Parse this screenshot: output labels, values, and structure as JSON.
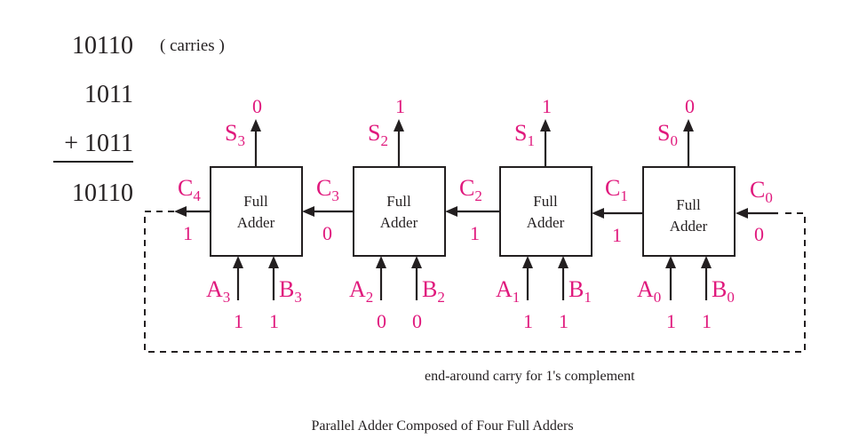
{
  "addition": {
    "carries": "10110",
    "carries_note": "( carries )",
    "operand1": "1011",
    "operand2": "+ 1011",
    "result": "10110"
  },
  "adders": [
    {
      "line1": "Full",
      "line2": "Adder",
      "sum": "S",
      "sum_sub": "3",
      "sum_value": "0",
      "a": "A",
      "a_sub": "3",
      "a_value": "1",
      "b": "B",
      "b_sub": "3",
      "b_value": "1",
      "cout": "C",
      "cout_sub": "4",
      "cout_value": "1"
    },
    {
      "line1": "Full",
      "line2": "Adder",
      "sum": "S",
      "sum_sub": "2",
      "sum_value": "1",
      "a": "A",
      "a_sub": "2",
      "a_value": "0",
      "b": "B",
      "b_sub": "2",
      "b_value": "0",
      "cout": "C",
      "cout_sub": "3",
      "cout_value": "0"
    },
    {
      "line1": "Full",
      "line2": "Adder",
      "sum": "S",
      "sum_sub": "1",
      "sum_value": "1",
      "a": "A",
      "a_sub": "1",
      "a_value": "1",
      "b": "B",
      "b_sub": "1",
      "b_value": "1",
      "cout": "C",
      "cout_sub": "2",
      "cout_value": "1"
    },
    {
      "line1": "Full",
      "line2": "Adder",
      "sum": "S",
      "sum_sub": "0",
      "sum_value": "0",
      "a": "A",
      "a_sub": "0",
      "a_value": "1",
      "b": "B",
      "b_sub": "0",
      "b_value": "1",
      "cout": "C",
      "cout_sub": "1",
      "cout_value": "1"
    }
  ],
  "carry_in": {
    "label": "C",
    "sub": "0",
    "value": "0"
  },
  "end_around_label": "end-around carry for 1's complement",
  "caption": "Parallel Adder Composed of Four Full Adders",
  "colors": {
    "ink": "#231f20",
    "accent": "#e0197d"
  }
}
